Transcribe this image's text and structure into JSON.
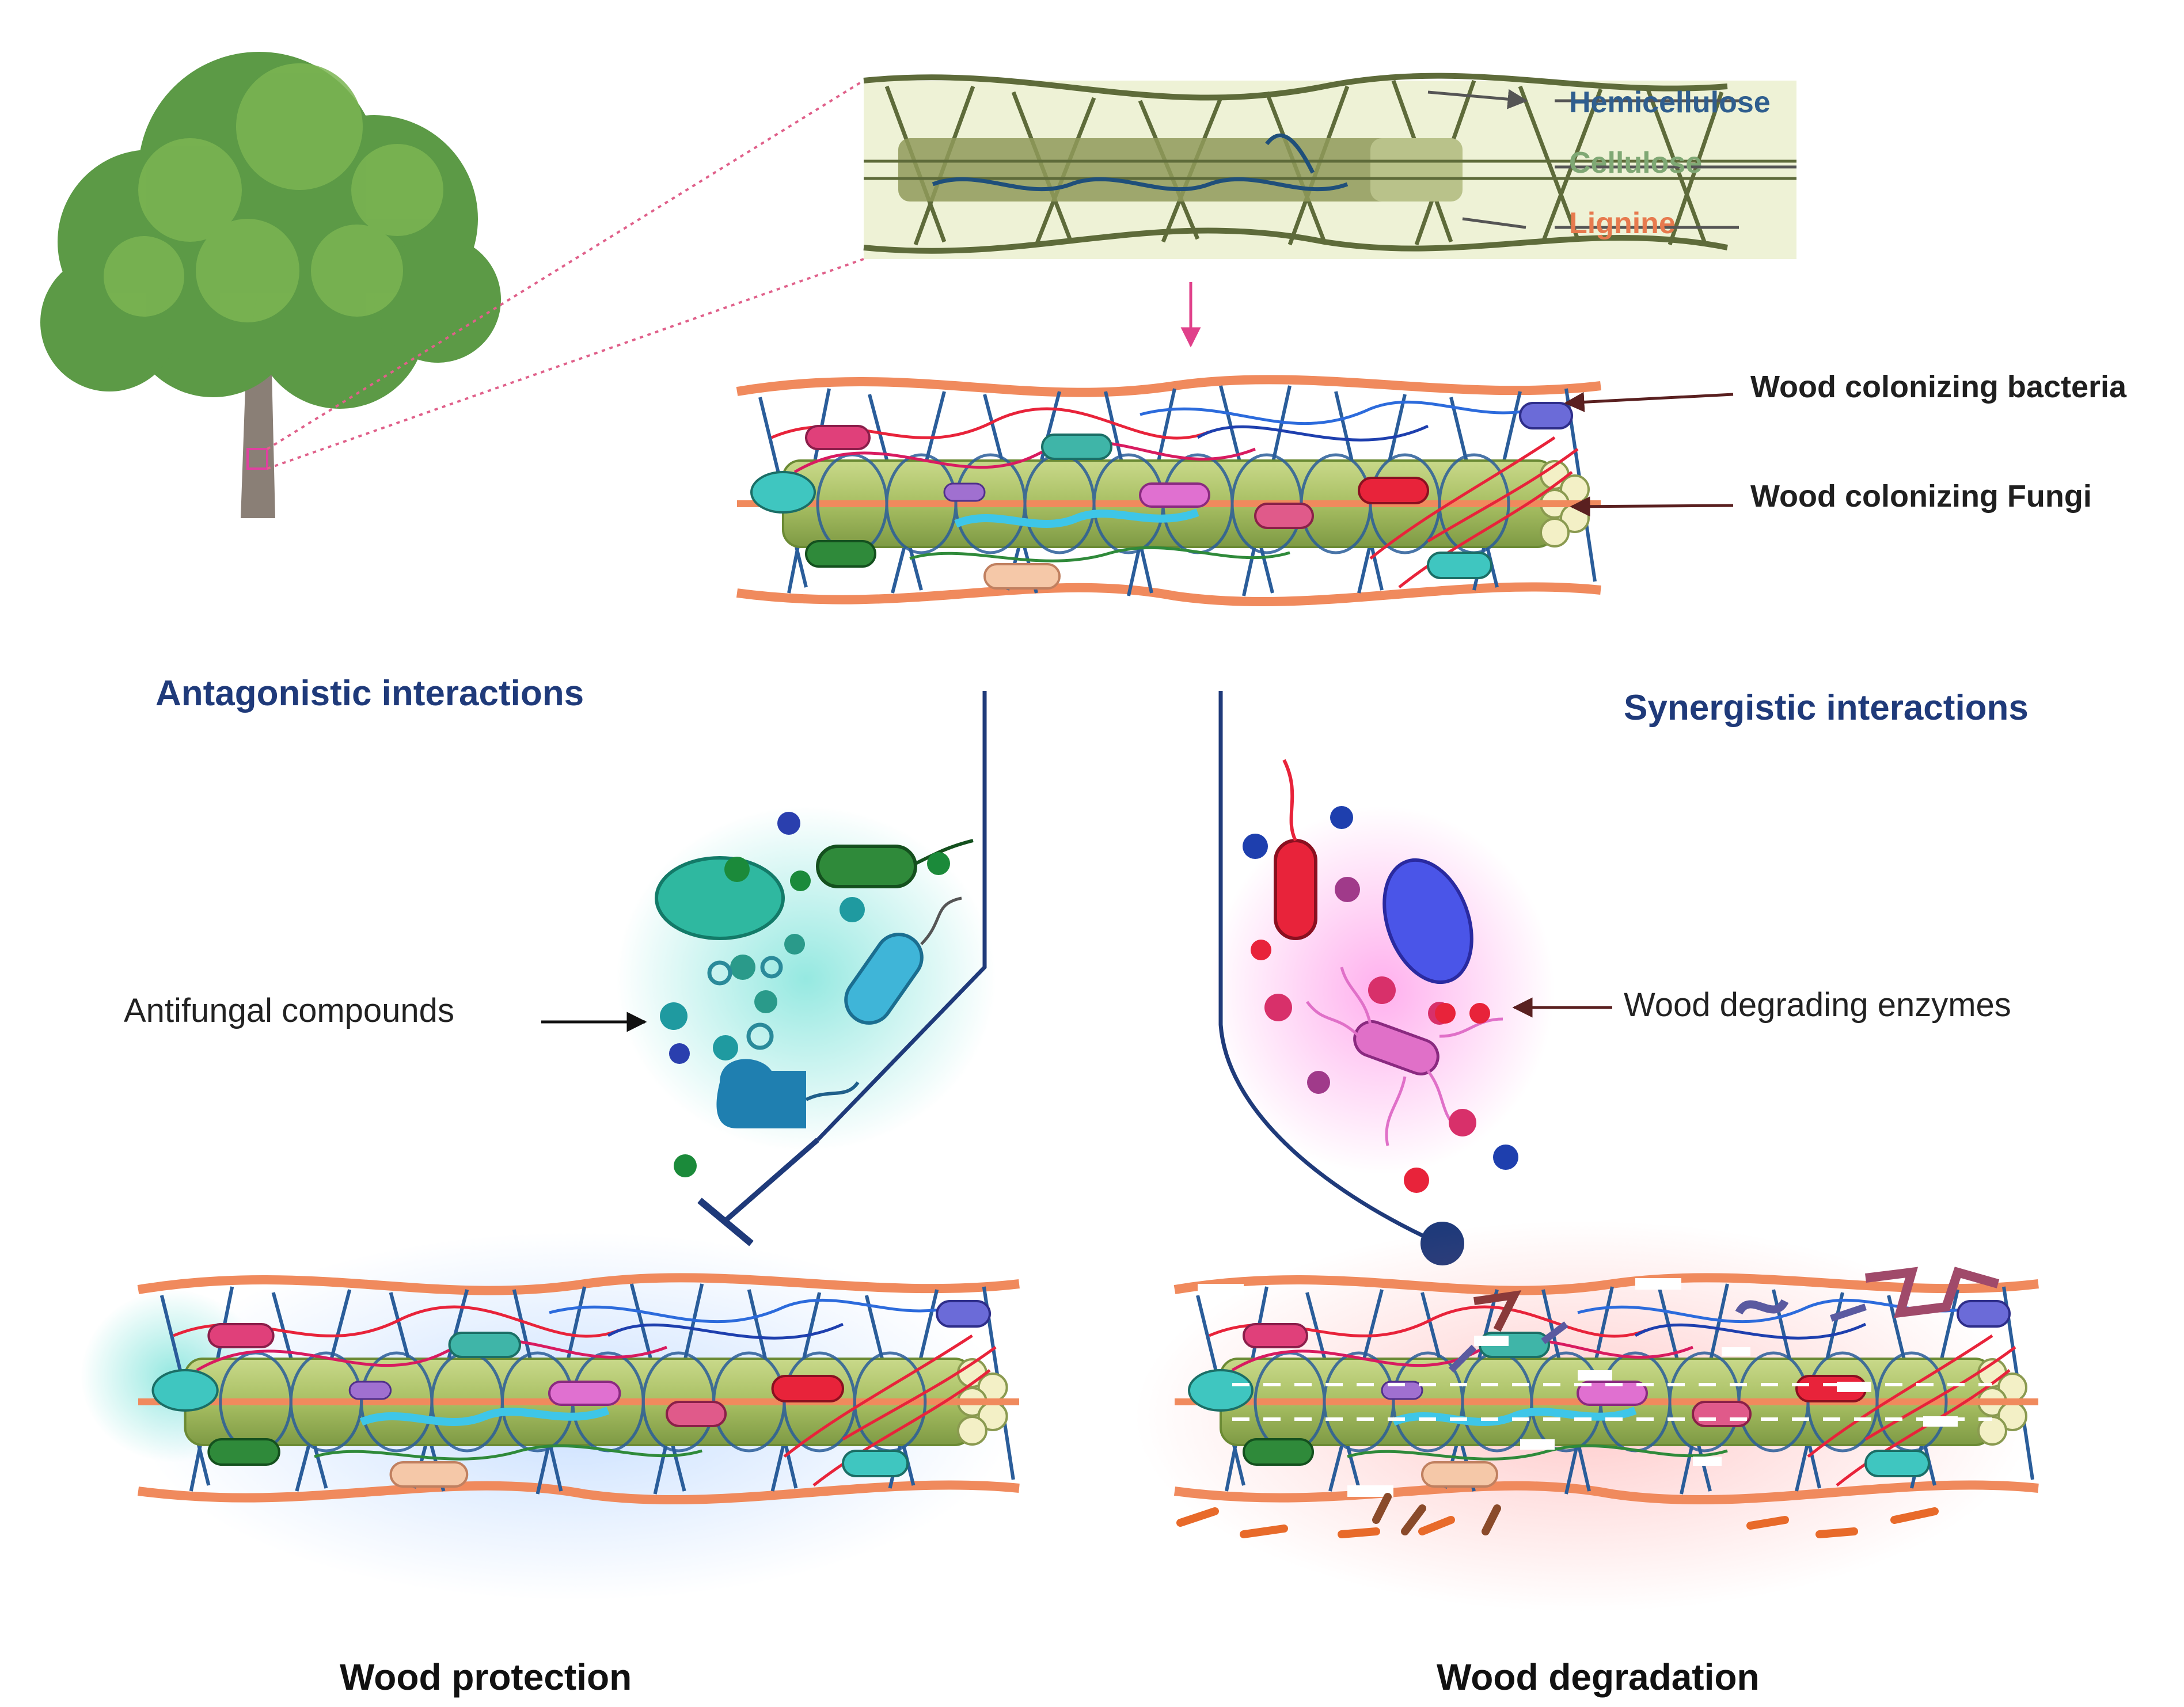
{
  "labels": {
    "hemicellulose": "Hemicellulose",
    "cellulose": "Cellulose",
    "lignine": "Lignine",
    "bacteria": "Wood colonizing bacteria",
    "fungi": "Wood colonizing Fungi",
    "antagonistic": "Antagonistic interactions",
    "synergistic": "Synergistic  interactions",
    "antifungal": "Antifungal compounds",
    "enzymes": "Wood degrading enzymes",
    "protection": "Wood protection",
    "degradation": "Wood degradation"
  },
  "colors": {
    "hemicellulose": "#2f5e8e",
    "cellulose": "#7fa874",
    "lignine": "#e77a4e",
    "lignin_band": "#f08a5d",
    "fiber": "#a8bf63",
    "hemi_net": "#2a5d9a",
    "fungi": "#e8233a",
    "heading": "#1f3a7a"
  }
}
